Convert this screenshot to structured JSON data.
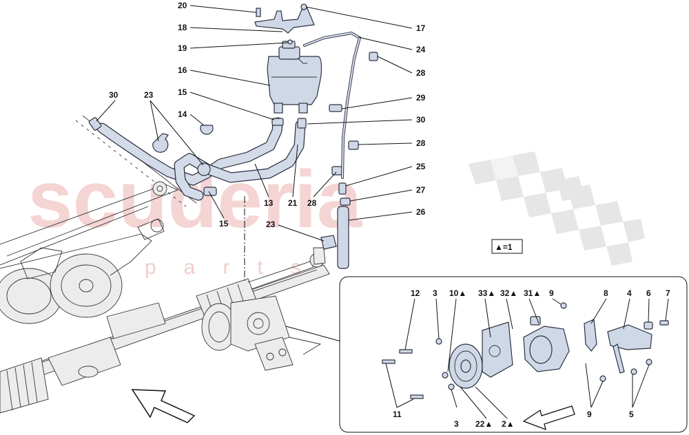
{
  "watermark": {
    "main": "scuderia",
    "sub": "parts"
  },
  "legend": {
    "text": "▲=1"
  },
  "callouts": {
    "c20": "20",
    "c18": "18",
    "c19": "19",
    "c16": "16",
    "c15a": "15",
    "c14": "14",
    "c23a": "23",
    "c30a": "30",
    "c13": "13",
    "c21": "21",
    "c28a": "28",
    "c15b": "15",
    "c23b": "23",
    "c17": "17",
    "c24": "24",
    "c28b": "28",
    "c29": "29",
    "c30b": "30",
    "c28c": "28",
    "c25": "25",
    "c27": "27",
    "c26": "26"
  },
  "inset_callouts": {
    "c12": "12",
    "c3a": "3",
    "c10": "10▲",
    "c33": "33▲",
    "c32": "32▲",
    "c31": "31▲",
    "c9a": "9",
    "c8": "8",
    "c4": "4",
    "c6": "6",
    "c7": "7",
    "c11": "11",
    "c3b": "3",
    "c22": "22▲",
    "c2": "2▲",
    "c9b": "9",
    "c5": "5"
  },
  "colors": {
    "parts_fill": "#cfd8e6",
    "watermark": "#f2c6c6",
    "checker": "#e6e6e6"
  }
}
